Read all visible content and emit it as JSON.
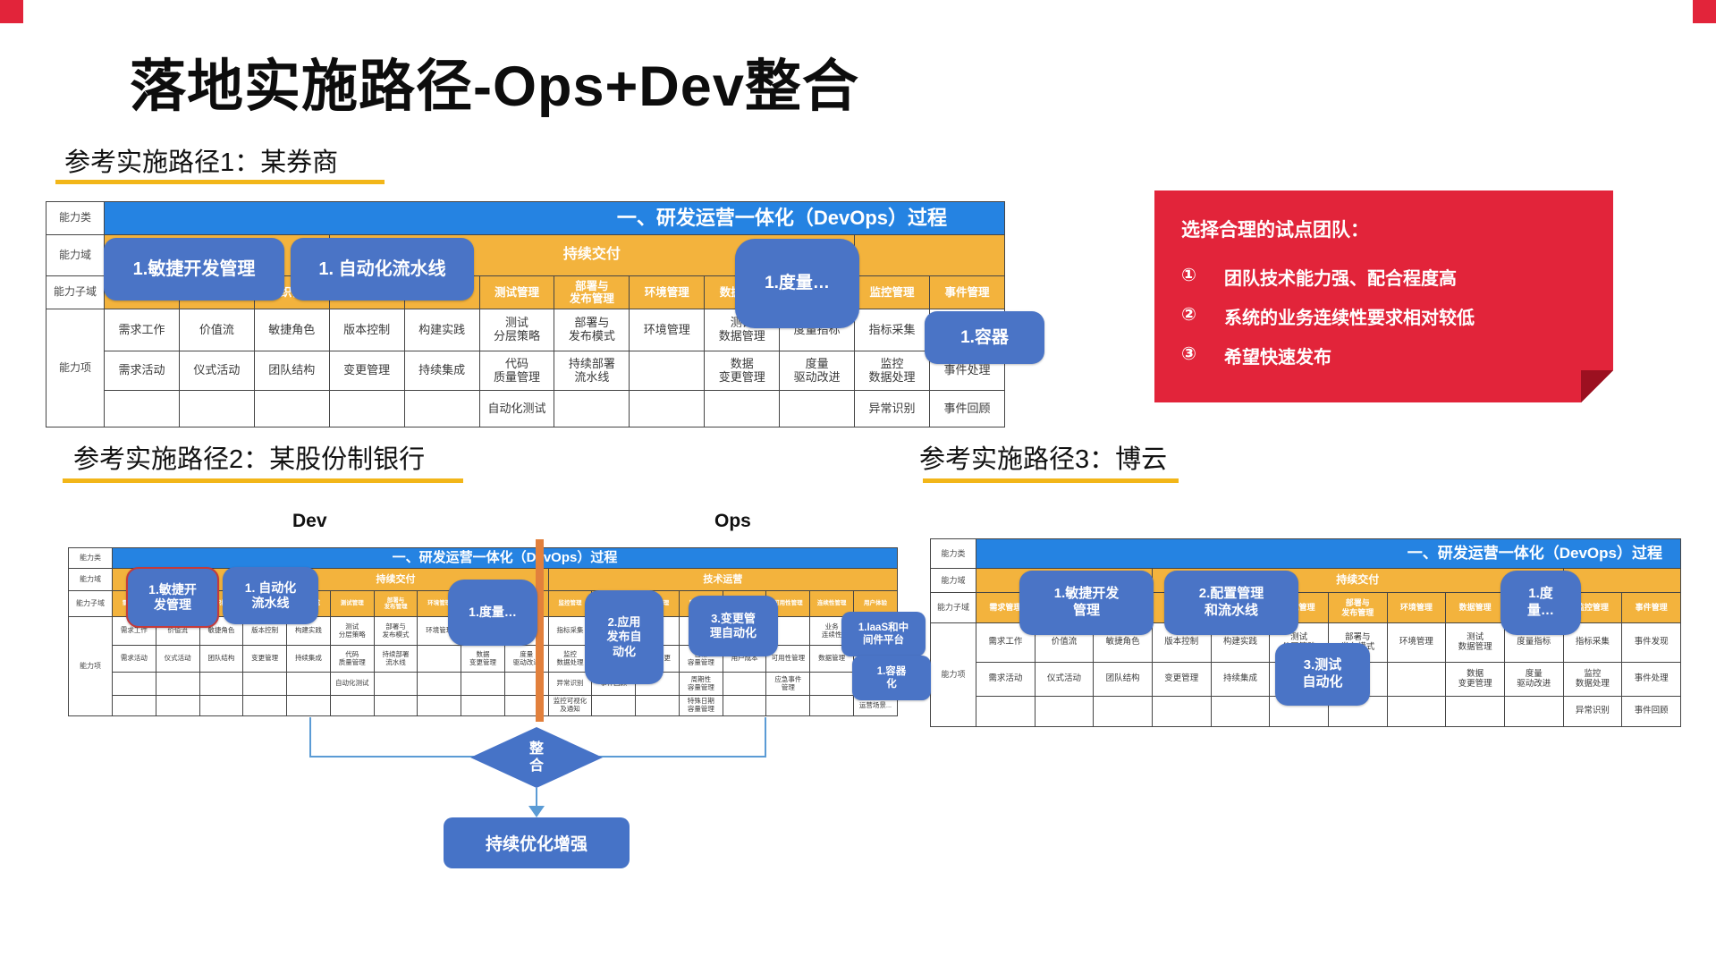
{
  "slide": {
    "title": "落地实施路径-Ops+Dev整合"
  },
  "section1": {
    "heading": "参考实施路径1：某券商"
  },
  "section2": {
    "heading": "参考实施路径2：某股份制银行",
    "dev": "Dev",
    "ops": "Ops"
  },
  "section3": {
    "heading": "参考实施路径3：博云"
  },
  "pilot_box": {
    "title": "选择合理的试点团队：",
    "items": [
      {
        "num": "①",
        "text": "团队技术能力强、配合程度高"
      },
      {
        "num": "②",
        "text": "系统的业务连续性要求相对较低"
      },
      {
        "num": "③",
        "text": "希望快速发布"
      }
    ]
  },
  "table1": {
    "labels": [
      "能力类",
      "能力域",
      "能力子域",
      "能力项"
    ],
    "title": "一、研发运营一体化（DevOps）过程",
    "bands": [
      {
        "text": "",
        "span": 3
      },
      {
        "text": "持续交付",
        "span": 7
      },
      {
        "text": "",
        "span": 2
      }
    ],
    "cols": [
      "需求管理",
      "过程管理",
      "组织模式",
      "",
      "持续集成",
      "测试管理",
      "部署与\n发布管理",
      "环境管理",
      "数据管理",
      "",
      "监控管理",
      "事件管理"
    ],
    "rows": [
      [
        "需求工作",
        "价值流",
        "敏捷角色",
        "版本控制",
        "构建实践",
        "测试\n分层策略",
        "部署与\n发布模式",
        "环境管理",
        "测试\n数据管理",
        "度量指标",
        "指标采集",
        ""
      ],
      [
        "需求活动",
        "仪式活动",
        "团队结构",
        "变更管理",
        "持续集成",
        "代码\n质量管理",
        "持续部署\n流水线",
        "",
        "数据\n变更管理",
        "度量\n驱动改进",
        "监控\n数据处理",
        "事件处理"
      ],
      [
        "",
        "",
        "",
        "",
        "",
        "自动化测试",
        "",
        "",
        "",
        "",
        "异常识别",
        "事件回顾"
      ]
    ],
    "callouts": [
      "1.敏捷开发管理",
      "1. 自动化流水线",
      "1.度量…",
      "1.容器"
    ]
  },
  "table2": {
    "labels": [
      "能力类",
      "能力域",
      "能力子域",
      "能力项"
    ],
    "title": "一、研发运营一体化（DevOps）过程",
    "bands": [
      {
        "text": "",
        "span": 3
      },
      {
        "text": "持续交付",
        "span": 7
      },
      {
        "text": "技术运营",
        "span": 8
      }
    ],
    "cols": [
      "需求管理",
      "过程管理",
      "组织模式",
      "配置管理",
      "持续集成",
      "测试管理",
      "部署与\n发布管理",
      "环境管理",
      "数据管理",
      "度量指标",
      "监控管理",
      "事件管理",
      "变更管理",
      "容量管理",
      "成本管理",
      "可用性管理",
      "连续性管理",
      "用户体验"
    ],
    "rows": [
      [
        "需求工作",
        "价值流",
        "敏捷角色",
        "版本控制",
        "构建实践",
        "测试\n分层策略",
        "部署与\n发布模式",
        "环境管理",
        "测试\n数据管理",
        "度量指标",
        "指标采集",
        "",
        "",
        "",
        "",
        "",
        "业务\n连续性",
        ""
      ],
      [
        "需求活动",
        "仪式活动",
        "团队结构",
        "变更管理",
        "持续集成",
        "代码\n质量管理",
        "持续部署\n流水线",
        "",
        "数据\n变更管理",
        "度量\n驱动改进",
        "监控\n数据处理",
        "事件处理",
        "紧急变更",
        "日常\n容量管理",
        "用户成本",
        "可用性管理",
        "数据管理",
        "体验优化"
      ],
      [
        "",
        "",
        "",
        "",
        "",
        "自动化测试",
        "",
        "",
        "",
        "",
        "异常识别",
        "事件回顾",
        "",
        "周期性\n容量管理",
        "",
        "应急事件\n管理",
        "",
        "体验优化"
      ],
      [
        "",
        "",
        "",
        "",
        "",
        "",
        "",
        "",
        "",
        "",
        "监控可视化\n及通知",
        "",
        "",
        "特殊日期\n容量管理",
        "",
        "",
        "",
        "运营场景..."
      ]
    ],
    "callouts": [
      "1.敏捷开\n发管理",
      "1. 自动化\n流水线",
      "1.度量…",
      "2.应用\n发布自\n动化",
      "3.变更管\n理自动化",
      "1.IaaS和中\n间件平台",
      "1.容器\n化"
    ]
  },
  "table3": {
    "labels": [
      "能力类",
      "能力域",
      "能力子域",
      "能力项"
    ],
    "title": "一、研发运营一体化（DevOps）过程",
    "bands": [
      {
        "text": "",
        "span": 3
      },
      {
        "text": "持续交付",
        "span": 7
      },
      {
        "text": "",
        "span": 2
      }
    ],
    "cols": [
      "需求管理",
      "过程管理",
      "组织模式",
      "",
      "持续集成",
      "测试管理",
      "部署与\n发布管理",
      "环境管理",
      "数据管理",
      "",
      "监控管理",
      "事件管理"
    ],
    "rows": [
      [
        "需求工作",
        "价值流",
        "敏捷角色",
        "版本控制",
        "构建实践",
        "测试\n分层策略",
        "部署与\n发布模式",
        "环境管理",
        "测试\n数据管理",
        "度量指标",
        "指标采集",
        "事件发现"
      ],
      [
        "需求活动",
        "仪式活动",
        "团队结构",
        "变更管理",
        "持续集成",
        "",
        "",
        "",
        "数据\n变更管理",
        "度量\n驱动改进",
        "监控\n数据处理",
        "事件处理"
      ],
      [
        "",
        "",
        "",
        "",
        "",
        "",
        "",
        "",
        "",
        "",
        "异常识别",
        "事件回顾"
      ]
    ],
    "callouts": [
      "1.敏捷开发\n管理",
      "2.配置管理\n和流水线",
      "1.度\n量…",
      "3.测试\n自动化"
    ]
  },
  "flow": {
    "decision": "整\n合",
    "result": "持续优化增强"
  }
}
